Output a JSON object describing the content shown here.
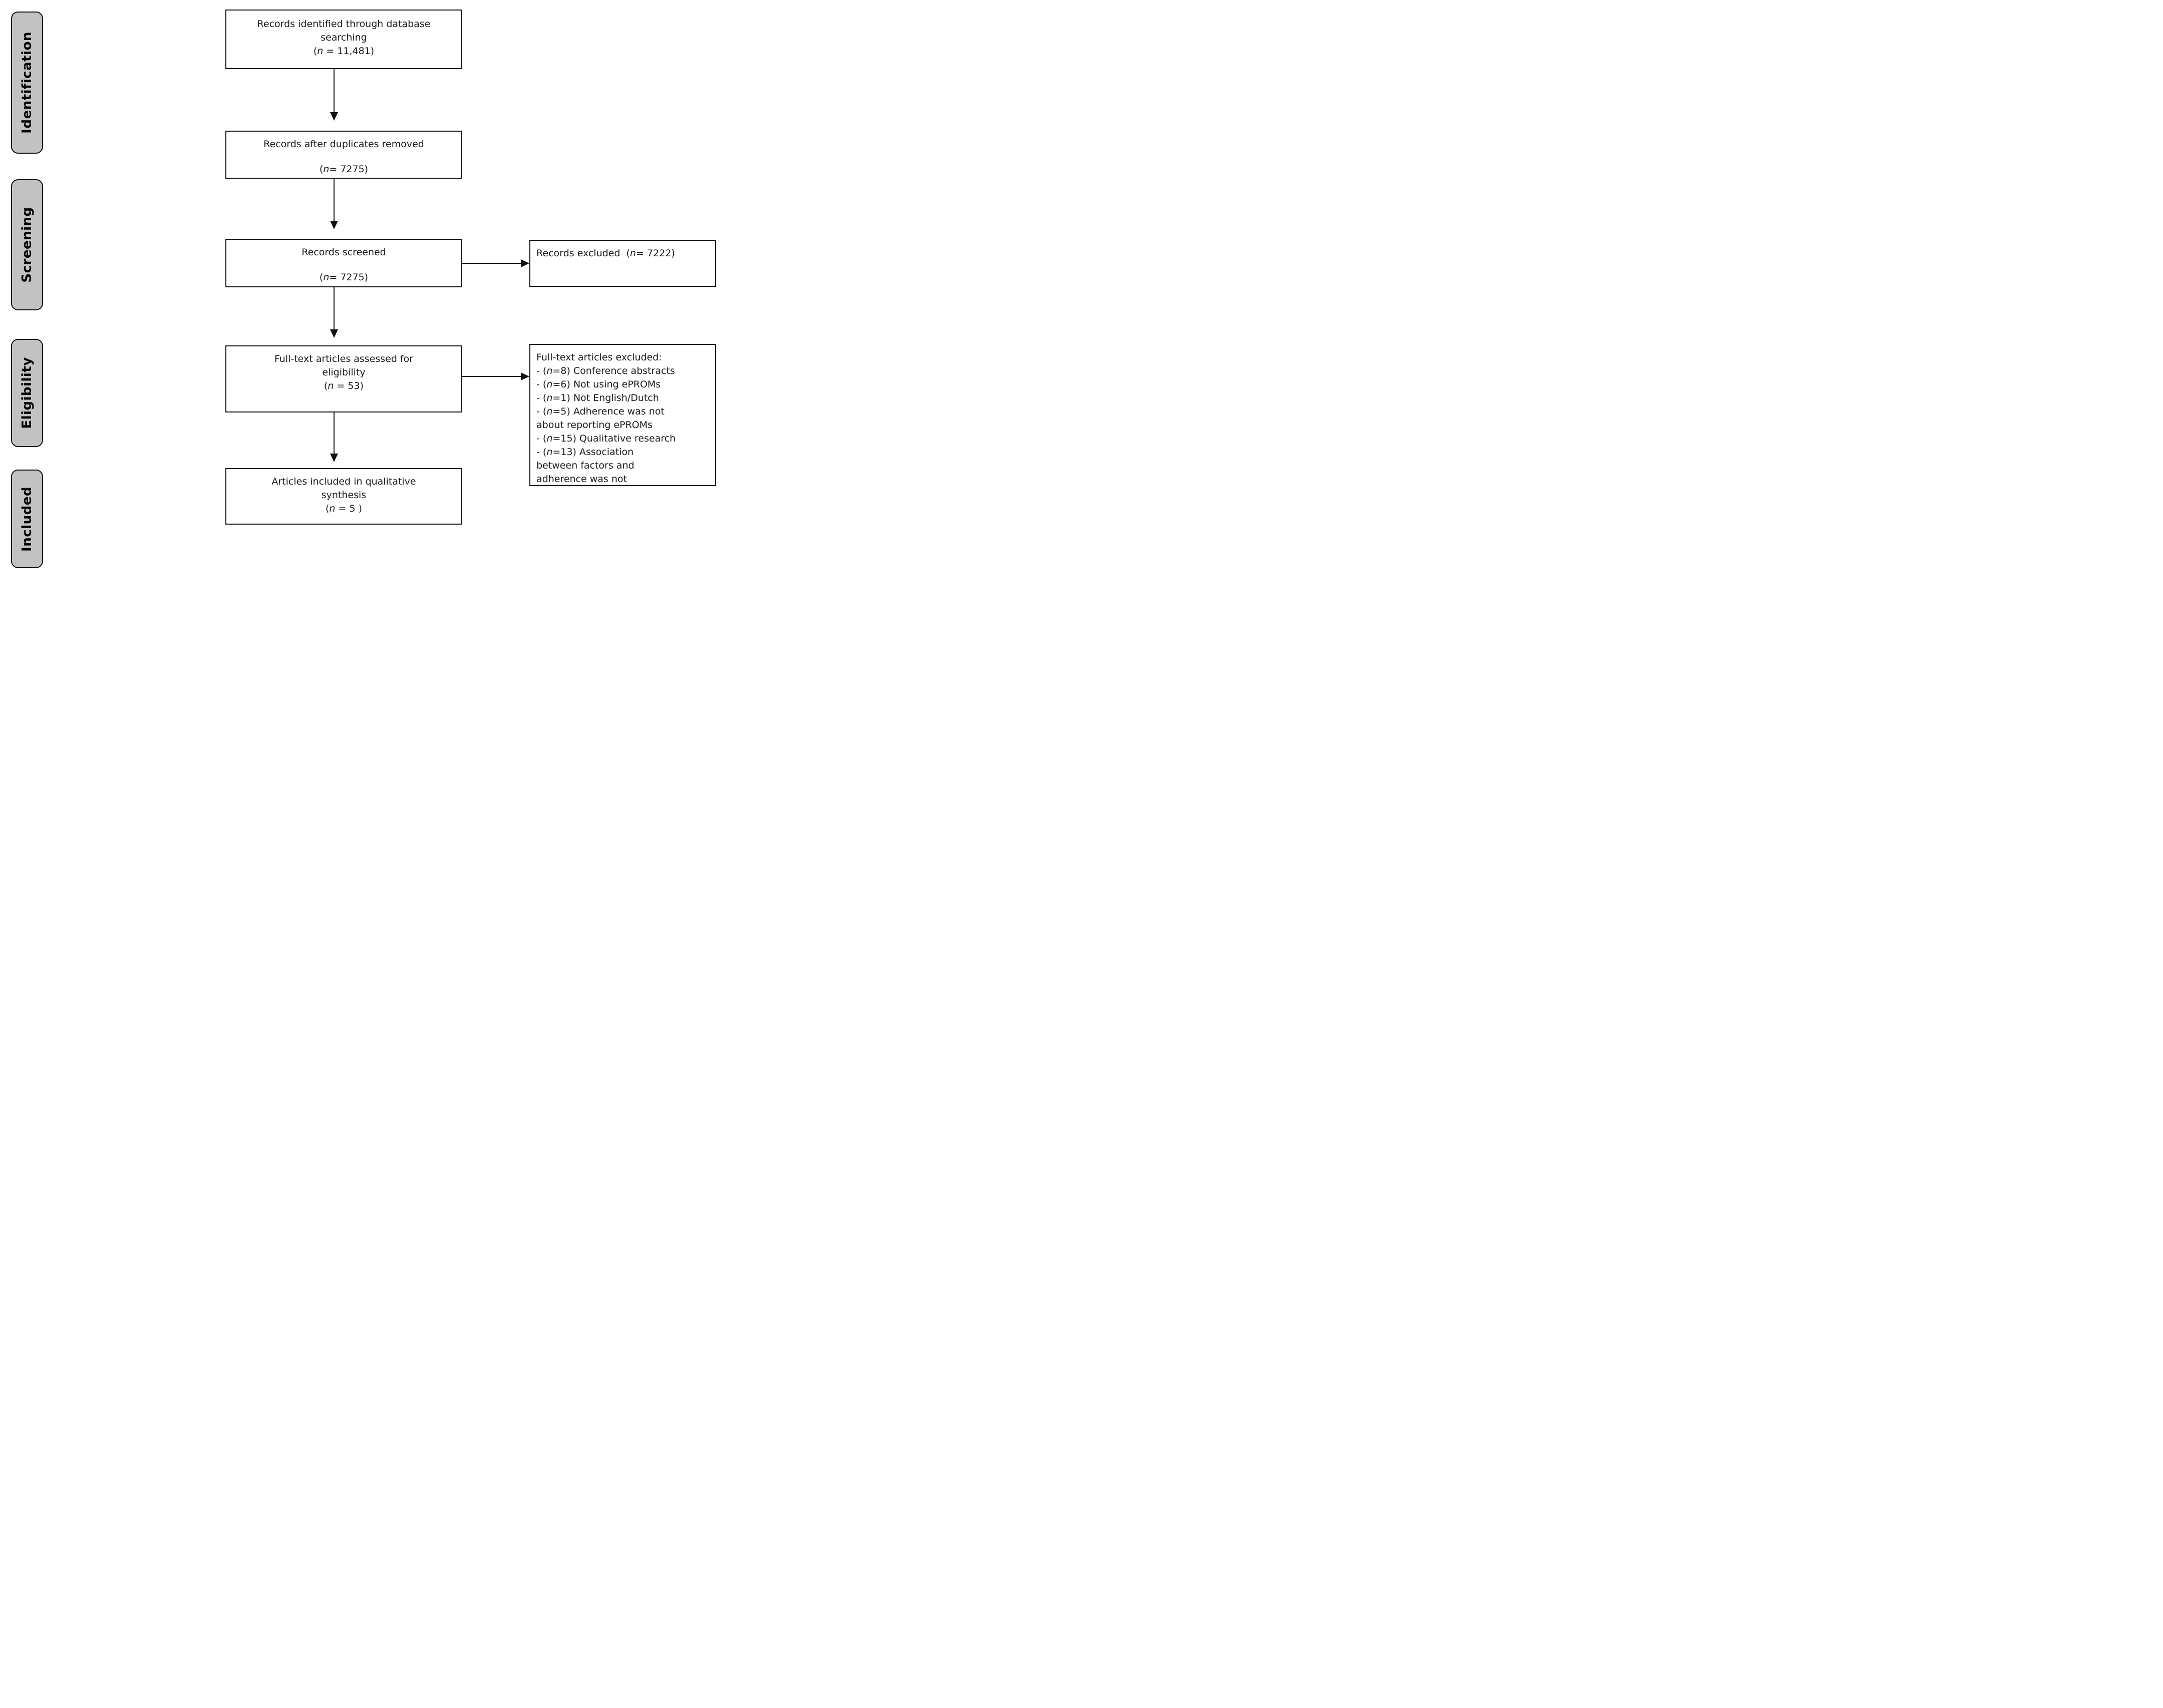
{
  "stages": {
    "identification": "Identification",
    "screening": "Screening",
    "eligibility": "Eligibility",
    "included": "Included"
  },
  "flow_boxes": {
    "identified": {
      "line1": "Records identified through database",
      "line2": "searching",
      "n": "(n = 11,481)"
    },
    "deduplicated": {
      "line1": "Records after duplicates removed",
      "n": "(n= 7275)"
    },
    "screened": {
      "line1": "Records screened",
      "n": "(n= 7275)"
    },
    "assessed": {
      "line1": "Full-text articles assessed for",
      "line2": "eligibility",
      "n": "(n = 53)"
    },
    "included": {
      "line1": "Articles included in qualitative",
      "line2": "synthesis",
      "n": "(n = 5 )"
    }
  },
  "side_boxes": {
    "records_excluded": {
      "text": "Records excluded  (n= 7222)"
    },
    "fulltext_excluded": {
      "title": "Full-text articles excluded:",
      "items": [
        "- (n=8) Conference abstracts",
        "- (n=6) Not using ePROMs",
        "- (n=1) Not English/Dutch",
        "- (n=5) Adherence was not\nabout reporting ePROMs",
        "- (n=15) Qualitative research",
        "- (n=13) Association\nbetween factors and\nadherence was not"
      ]
    }
  }
}
